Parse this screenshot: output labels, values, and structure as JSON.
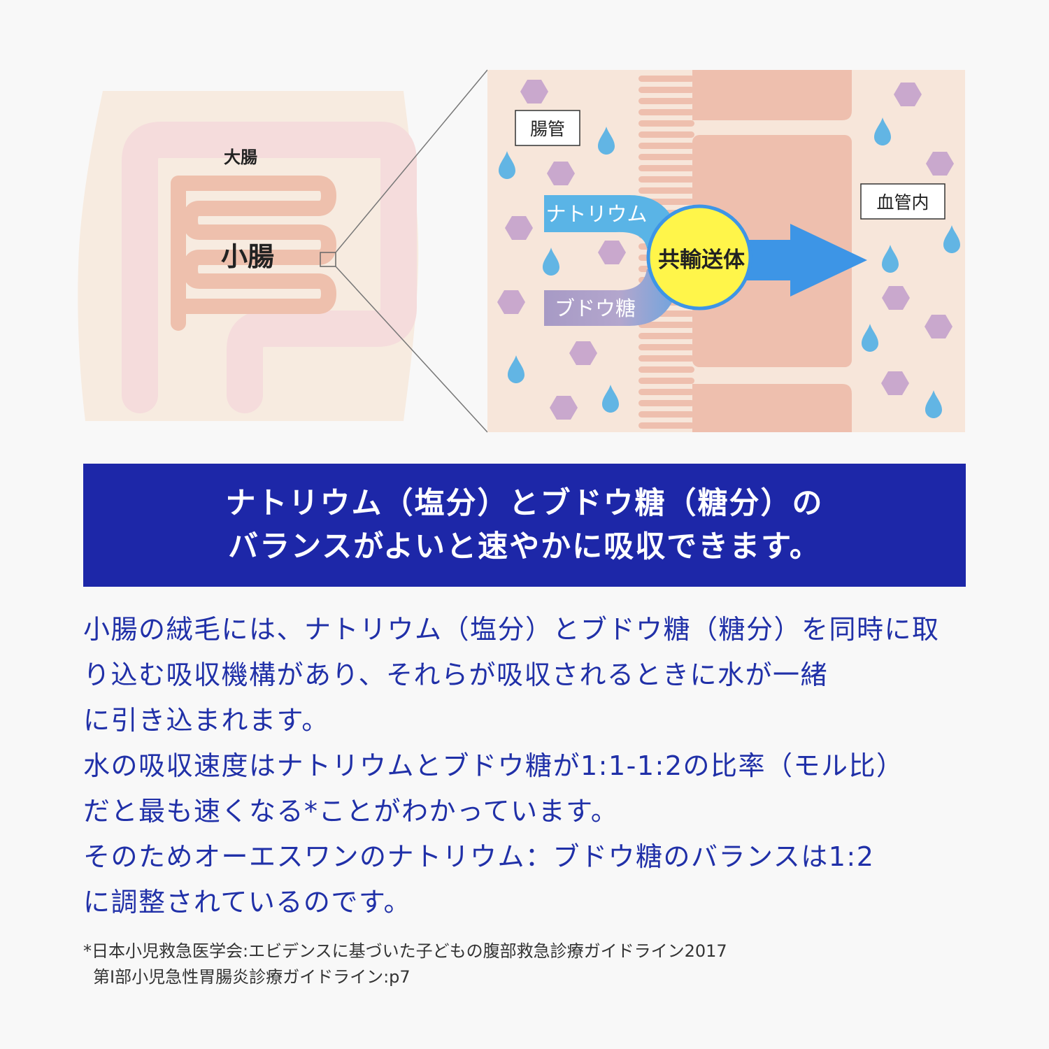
{
  "diagram": {
    "label_large_intestine": "大腸",
    "label_small_intestine": "小腸",
    "label_intestinal_tract": "腸管",
    "label_blood_vessel": "血管内",
    "label_sodium": "ナトリウム",
    "label_glucose": "ブドウ糖",
    "label_cotransporter": "共輸送体",
    "colors": {
      "body": "#f7ebe0",
      "colon": "#f5dcdc",
      "small_intestine": "#eec0ad",
      "panel_bg": "#f7e6da",
      "cell": "#eebfae",
      "sodium_arrow": "#5ab4e6",
      "glucose_arrow": "#a79ac5",
      "transporter": "#fff54a",
      "transport_arrow": "#3d95e6",
      "hexagon": "#c9a8cd",
      "droplet": "#62b5e4"
    }
  },
  "banner": {
    "line1": "ナトリウム（塩分）とブドウ糖（糖分）の",
    "line2": "バランスがよいと速やかに吸収できます。",
    "color": "#1d27a8"
  },
  "body": {
    "lines": [
      "小腸の絨毛には、ナトリウム（塩分）とブドウ糖（糖分）を同時に取",
      "り込む吸収機構があり、それらが吸収されるときに水が一緒",
      "に引き込まれます。",
      "水の吸収速度はナトリウムとブドウ糖が1:1-1:2の比率（モル比）",
      "だと最も速くなる*ことがわかっています。",
      "そのためオーエスワンのナトリウム：ブドウ糖のバランスは1:2",
      "に調整されているのです。"
    ],
    "color": "#2030a8"
  },
  "footnote": {
    "line1": "*日本小児救急医学会:エビデンスに基づいた子どもの腹部救急診療ガイドライン2017",
    "line2": "第Ⅰ部小児急性胃腸炎診療ガイドライン:p7"
  }
}
